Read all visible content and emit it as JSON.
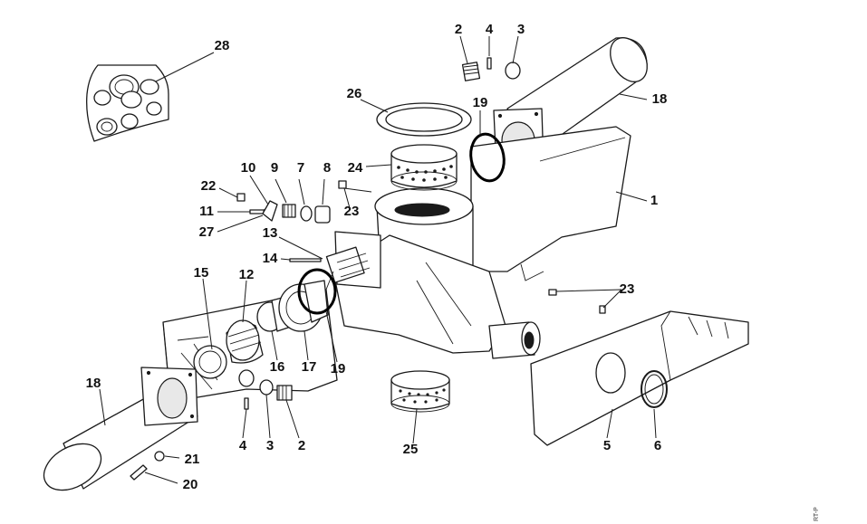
{
  "labels": {
    "l28": "28",
    "l26": "26",
    "l2a": "2",
    "l4a": "4",
    "l3a": "3",
    "l19a": "19",
    "l18a": "18",
    "l1": "1",
    "l24": "24",
    "l10": "10",
    "l9": "9",
    "l7": "7",
    "l8": "8",
    "l22": "22",
    "l23a": "23",
    "l11": "11",
    "l27": "27",
    "l13": "13",
    "l14": "14",
    "l15": "15",
    "l12": "12",
    "l16": "16",
    "l17": "17",
    "l19b": "19",
    "l23b": "23",
    "l18b": "18",
    "l4b": "4",
    "l3b": "3",
    "l2b": "2",
    "l25": "25",
    "l5": "5",
    "l6": "6",
    "l21": "21",
    "l20": "20"
  },
  "side_code": "RT-P"
}
